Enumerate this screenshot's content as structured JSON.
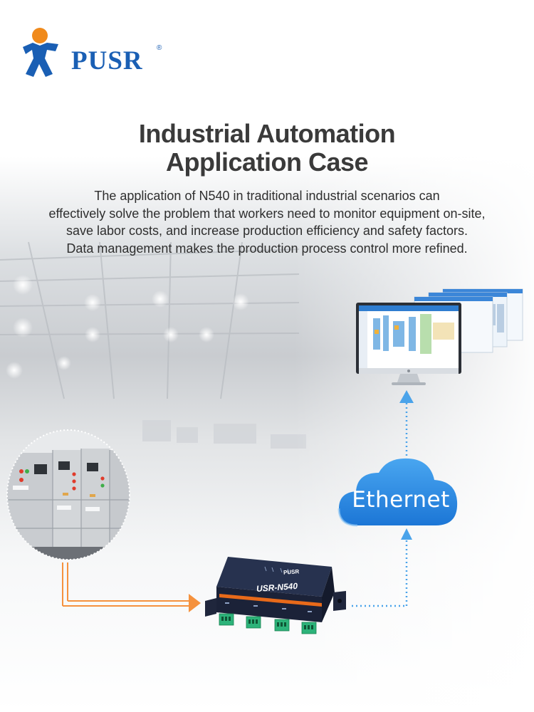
{
  "brand": {
    "name": "PUSR",
    "registered_mark": "®",
    "primary_color": "#1a5fb4",
    "accent_color": "#f08a1c"
  },
  "heading": {
    "title_line1": "Industrial Automation",
    "title_line2": "Application Case"
  },
  "description": {
    "line1": "The application of N540 in traditional industrial scenarios can",
    "line2": "effectively solve the problem that workers need to monitor equipment on-site,",
    "line3": "save labor costs, and increase production efficiency and safety factors.",
    "line4": "Data management makes the production process control more refined."
  },
  "cloud": {
    "label": "Ethernet",
    "color": "#2c8ee6"
  },
  "device": {
    "brand": "PUSR",
    "model": "USR-N540",
    "body_color": "#1f2a44",
    "stripe_color": "#e86a1a",
    "terminal_color": "#2db37a"
  },
  "colors": {
    "serial_arrow": "#f5923e",
    "network_arrow": "#4aa3ea"
  },
  "icons": {
    "logo_mark": "person-icon",
    "cloud": "cloud-icon",
    "monitor": "monitor-icon",
    "cabinet": "control-cabinet-image",
    "device": "serial-server-device-image"
  }
}
